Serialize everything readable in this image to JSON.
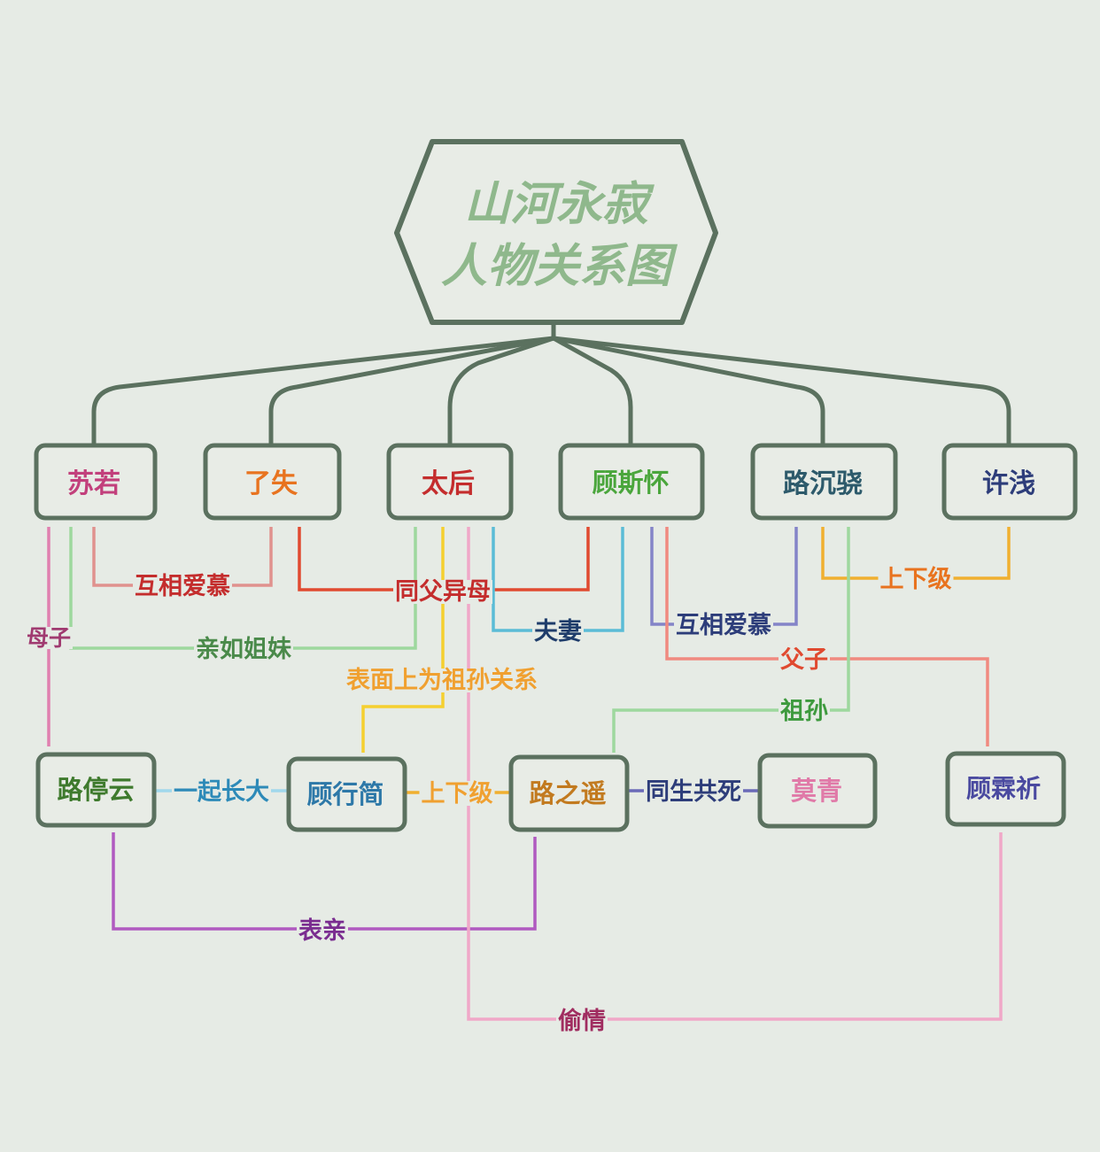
{
  "title": {
    "line1": "山河永寂",
    "line2": "人物关系图",
    "color": "#8fb88c"
  },
  "tree_color": "#5b715f",
  "nodes": {
    "suruo": {
      "label": "苏若",
      "color": "#c2407c"
    },
    "liaoshi": {
      "label": "了失",
      "color": "#e8731f"
    },
    "taihou": {
      "label": "太后",
      "color": "#c42d2d"
    },
    "gusihuai": {
      "label": "顾斯怀",
      "color": "#4aa63c"
    },
    "luchenxiao": {
      "label": "路沉骁",
      "color": "#2d5a6b"
    },
    "xuqian": {
      "label": "许浅",
      "color": "#2d3d7a"
    },
    "lutingyun": {
      "label": "路停云",
      "color": "#3e7a2d"
    },
    "guxingjian": {
      "label": "顾行简",
      "color": "#2d78a8"
    },
    "luzhiyao": {
      "label": "路之遥",
      "color": "#c27a1f"
    },
    "moqing": {
      "label": "莫青",
      "color": "#e07aa8"
    },
    "gulinqi": {
      "label": "顾霖祈",
      "color": "#4a4aa0"
    }
  },
  "relations": [
    {
      "id": "suruo-liaoshi",
      "label": "互相爱慕",
      "line_color": "#e0928e",
      "text_color": "#c42d2d"
    },
    {
      "id": "liaoshi-gusihuai",
      "label": "同父异母",
      "line_color": "#e04a30",
      "text_color": "#c42d2d"
    },
    {
      "id": "taihou-gusihuai",
      "label": "夫妻",
      "line_color": "#5bbcd6",
      "text_color": "#1f3d6b"
    },
    {
      "id": "gusihuai-luchenxiao",
      "label": "互相爱慕",
      "line_color": "#8484c8",
      "text_color": "#2d3d7a"
    },
    {
      "id": "luchenxiao-xuqian",
      "label": "上下级",
      "line_color": "#f0b030",
      "text_color": "#e8731f"
    },
    {
      "id": "suruo-lutingyun",
      "label": "母子",
      "line_color": "#e080b0",
      "text_color": "#a03a70"
    },
    {
      "id": "suruo-taihou",
      "label": "亲如姐妹",
      "line_color": "#9ed89e",
      "text_color": "#4a8a4a"
    },
    {
      "id": "taihou-guxingjian",
      "label": "表面上为祖孙关系",
      "line_color": "#f5d030",
      "text_color": "#f0a030"
    },
    {
      "id": "gusihuai-gulinqi",
      "label": "父子",
      "line_color": "#f08a80",
      "text_color": "#e04a30"
    },
    {
      "id": "luchenxiao-luzhiyao",
      "label": "祖孙",
      "line_color": "#9ed89e",
      "text_color": "#3e9a3e"
    },
    {
      "id": "lutingyun-guxingjian",
      "label": "一起长大",
      "line_color": "#a0d8ec",
      "text_color": "#2d8ab8"
    },
    {
      "id": "guxingjian-luzhiyao",
      "label": "上下级",
      "line_color": "#f0b030",
      "text_color": "#f0a030"
    },
    {
      "id": "luzhiyao-moqing",
      "label": "同生共死",
      "line_color": "#6a6ab8",
      "text_color": "#2d3d7a"
    },
    {
      "id": "lutingyun-luzhiyao",
      "label": "表亲",
      "line_color": "#b05ac0",
      "text_color": "#7a2d90"
    },
    {
      "id": "taihou-gulinqi",
      "label": "偷情",
      "line_color": "#f0a8c8",
      "text_color": "#a02d60"
    }
  ]
}
